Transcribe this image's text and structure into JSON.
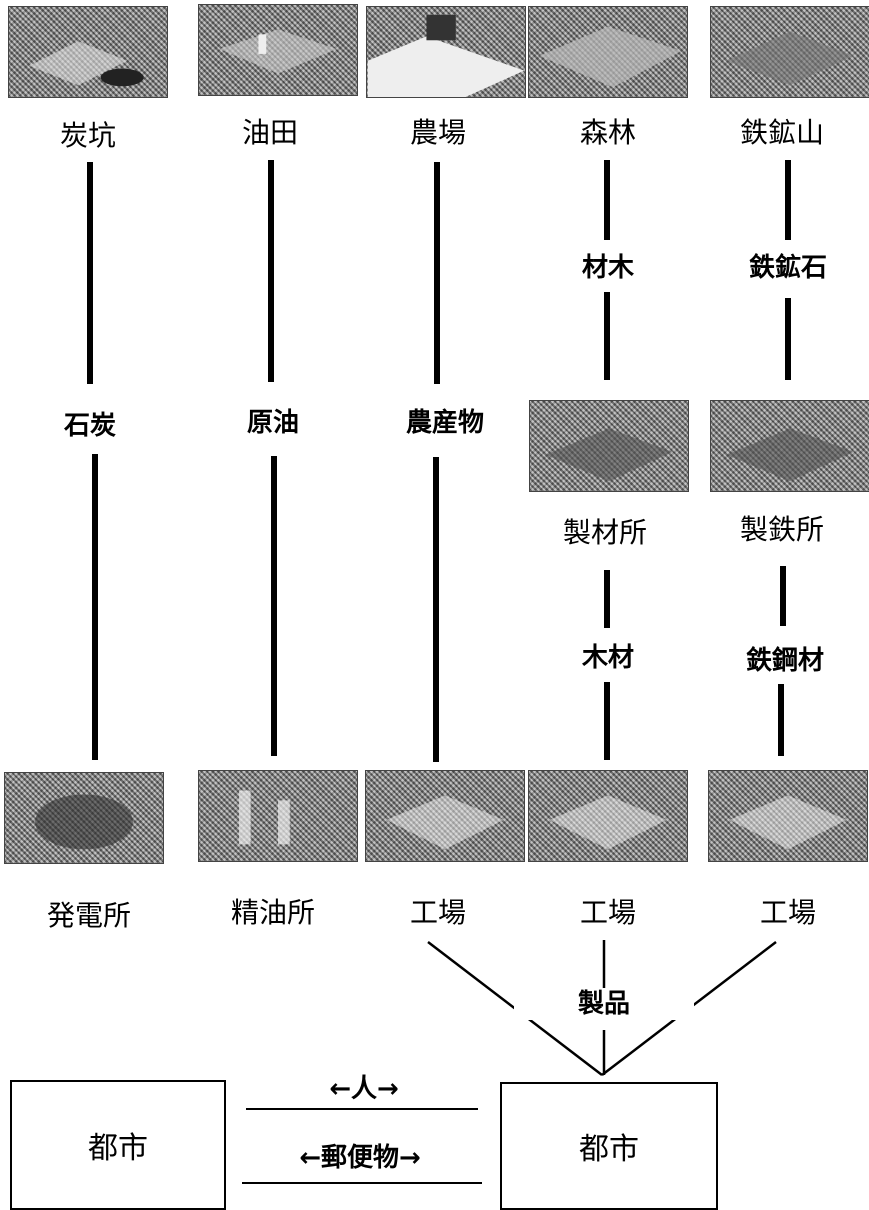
{
  "sources": [
    {
      "name": "炭坑",
      "icon": "coal-mine-image"
    },
    {
      "name": "油田",
      "icon": "oil-field-image"
    },
    {
      "name": "農場",
      "icon": "farm-image"
    },
    {
      "name": "森林",
      "icon": "forest-image"
    },
    {
      "name": "鉄鉱山",
      "icon": "iron-mine-image"
    }
  ],
  "intermediate_resources": {
    "forest": "材木",
    "iron": "鉄鉱石"
  },
  "resources": [
    "石炭",
    "原油",
    "農産物"
  ],
  "processors": [
    {
      "name": "製材所",
      "icon": "sawmill-image"
    },
    {
      "name": "製鉄所",
      "icon": "steel-mill-image"
    }
  ],
  "processed_resources": [
    "木材",
    "鉄鋼材"
  ],
  "consumers": [
    {
      "name": "発電所",
      "icon": "power-plant-image"
    },
    {
      "name": "精油所",
      "icon": "refinery-image"
    },
    {
      "name": "工場",
      "icon": "factory-image"
    },
    {
      "name": "工場",
      "icon": "factory-image"
    },
    {
      "name": "工場",
      "icon": "factory-image"
    }
  ],
  "products_label": "製品",
  "cities": [
    "都市",
    "都市"
  ],
  "exchange": {
    "people": "←人→",
    "mail": "←郵便物→"
  }
}
